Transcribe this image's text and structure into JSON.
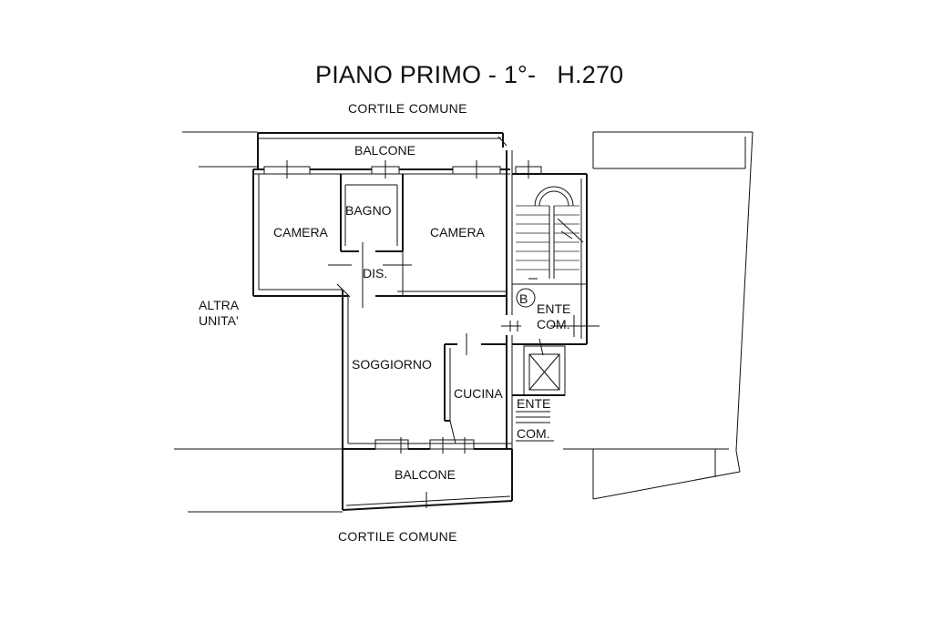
{
  "title": "PIANO PRIMO - 1°-   H.270",
  "yard_top": "CORTILE COMUNE",
  "yard_bottom": "CORTILE COMUNE",
  "rooms": {
    "balcone_top": "BALCONE",
    "camera_left": "CAMERA",
    "bagno": "BAGNO",
    "camera_right": "CAMERA",
    "dis": "DIS.",
    "soggiorno": "SOGGIORNO",
    "cucina": "CUCINA",
    "balcone_bottom": "BALCONE"
  },
  "altra_unita": [
    "ALTRA",
    "UNITA'"
  ],
  "ente_com_upper": [
    "ENTE",
    "COM."
  ],
  "ente_com_lower": [
    "ENTE",
    "COM."
  ],
  "stair_marker": "B"
}
